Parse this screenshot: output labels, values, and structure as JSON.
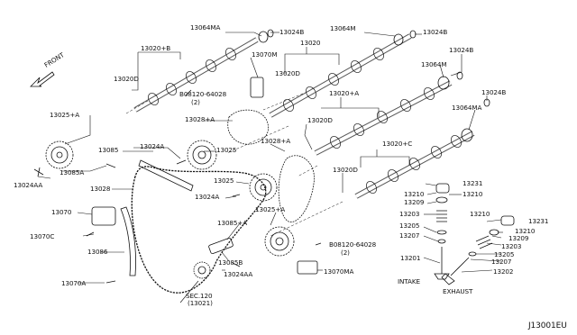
{
  "diagram_code": "J13001EU",
  "front_label": "FRONT",
  "intake_label": "INTAKE",
  "exhaust_label": "EXHAUST",
  "sec_ref": "SEC.120",
  "sec_ref_sub": "(13021)",
  "parts": {
    "p13064MA_top": "13064MA",
    "p13024B_top_left": "13024B",
    "p13020B": "13020+B",
    "p13020D_left": "13020D",
    "p13070M": "13070M",
    "bolt1_code": "B08120-64028",
    "bolt1_qty": "(2)",
    "p13064M_top": "13064M",
    "p13024B_top_right": "13024B",
    "p13020": "13020",
    "p13020D_mid": "13020D",
    "p13024B_r1": "13024B",
    "p13064M_r": "13064M",
    "p13024B_r2": "13024B",
    "p13064MA_r": "13064MA",
    "p13020A": "13020+A",
    "p13025A_left": "13025+A",
    "p13028A_top": "13028+A",
    "p13020D_right": "13020D",
    "p13028A_mid": "13028+A",
    "p13085": "13085",
    "p13024A_top": "13024A",
    "p13025_top": "13025",
    "p13020C": "13020+C",
    "p13024AA_left": "13024AA",
    "p13085A": "13085A",
    "p13020D_low": "13020D",
    "p13231": "13231",
    "p13028": "13028",
    "p13025_mid": "13025",
    "p13024A_mid": "13024A",
    "p13210_a": "13210",
    "p13210_b": "13210",
    "p13209_a": "13209",
    "p13070": "13070",
    "p13085A_mid": "13085+A",
    "p13203_a": "13203",
    "p13025A_mid": "13025+A",
    "p13205_a": "13205",
    "p13207_a": "13207",
    "p13210_r": "13210",
    "p13231_r": "13231",
    "p13210_r2": "13210",
    "p13209_r": "13209",
    "p13203_r": "13203",
    "p13070C": "13070C",
    "p13086": "13086",
    "bolt2_code": "B08120-64028",
    "bolt2_qty": "(2)",
    "p13085B": "13085B",
    "p13201": "13201",
    "p13205_r": "13205",
    "p13207_r": "13207",
    "p13202": "13202",
    "p13024AA_mid": "13024AA",
    "p13070MA": "13070MA",
    "p13070A": "13070A"
  }
}
